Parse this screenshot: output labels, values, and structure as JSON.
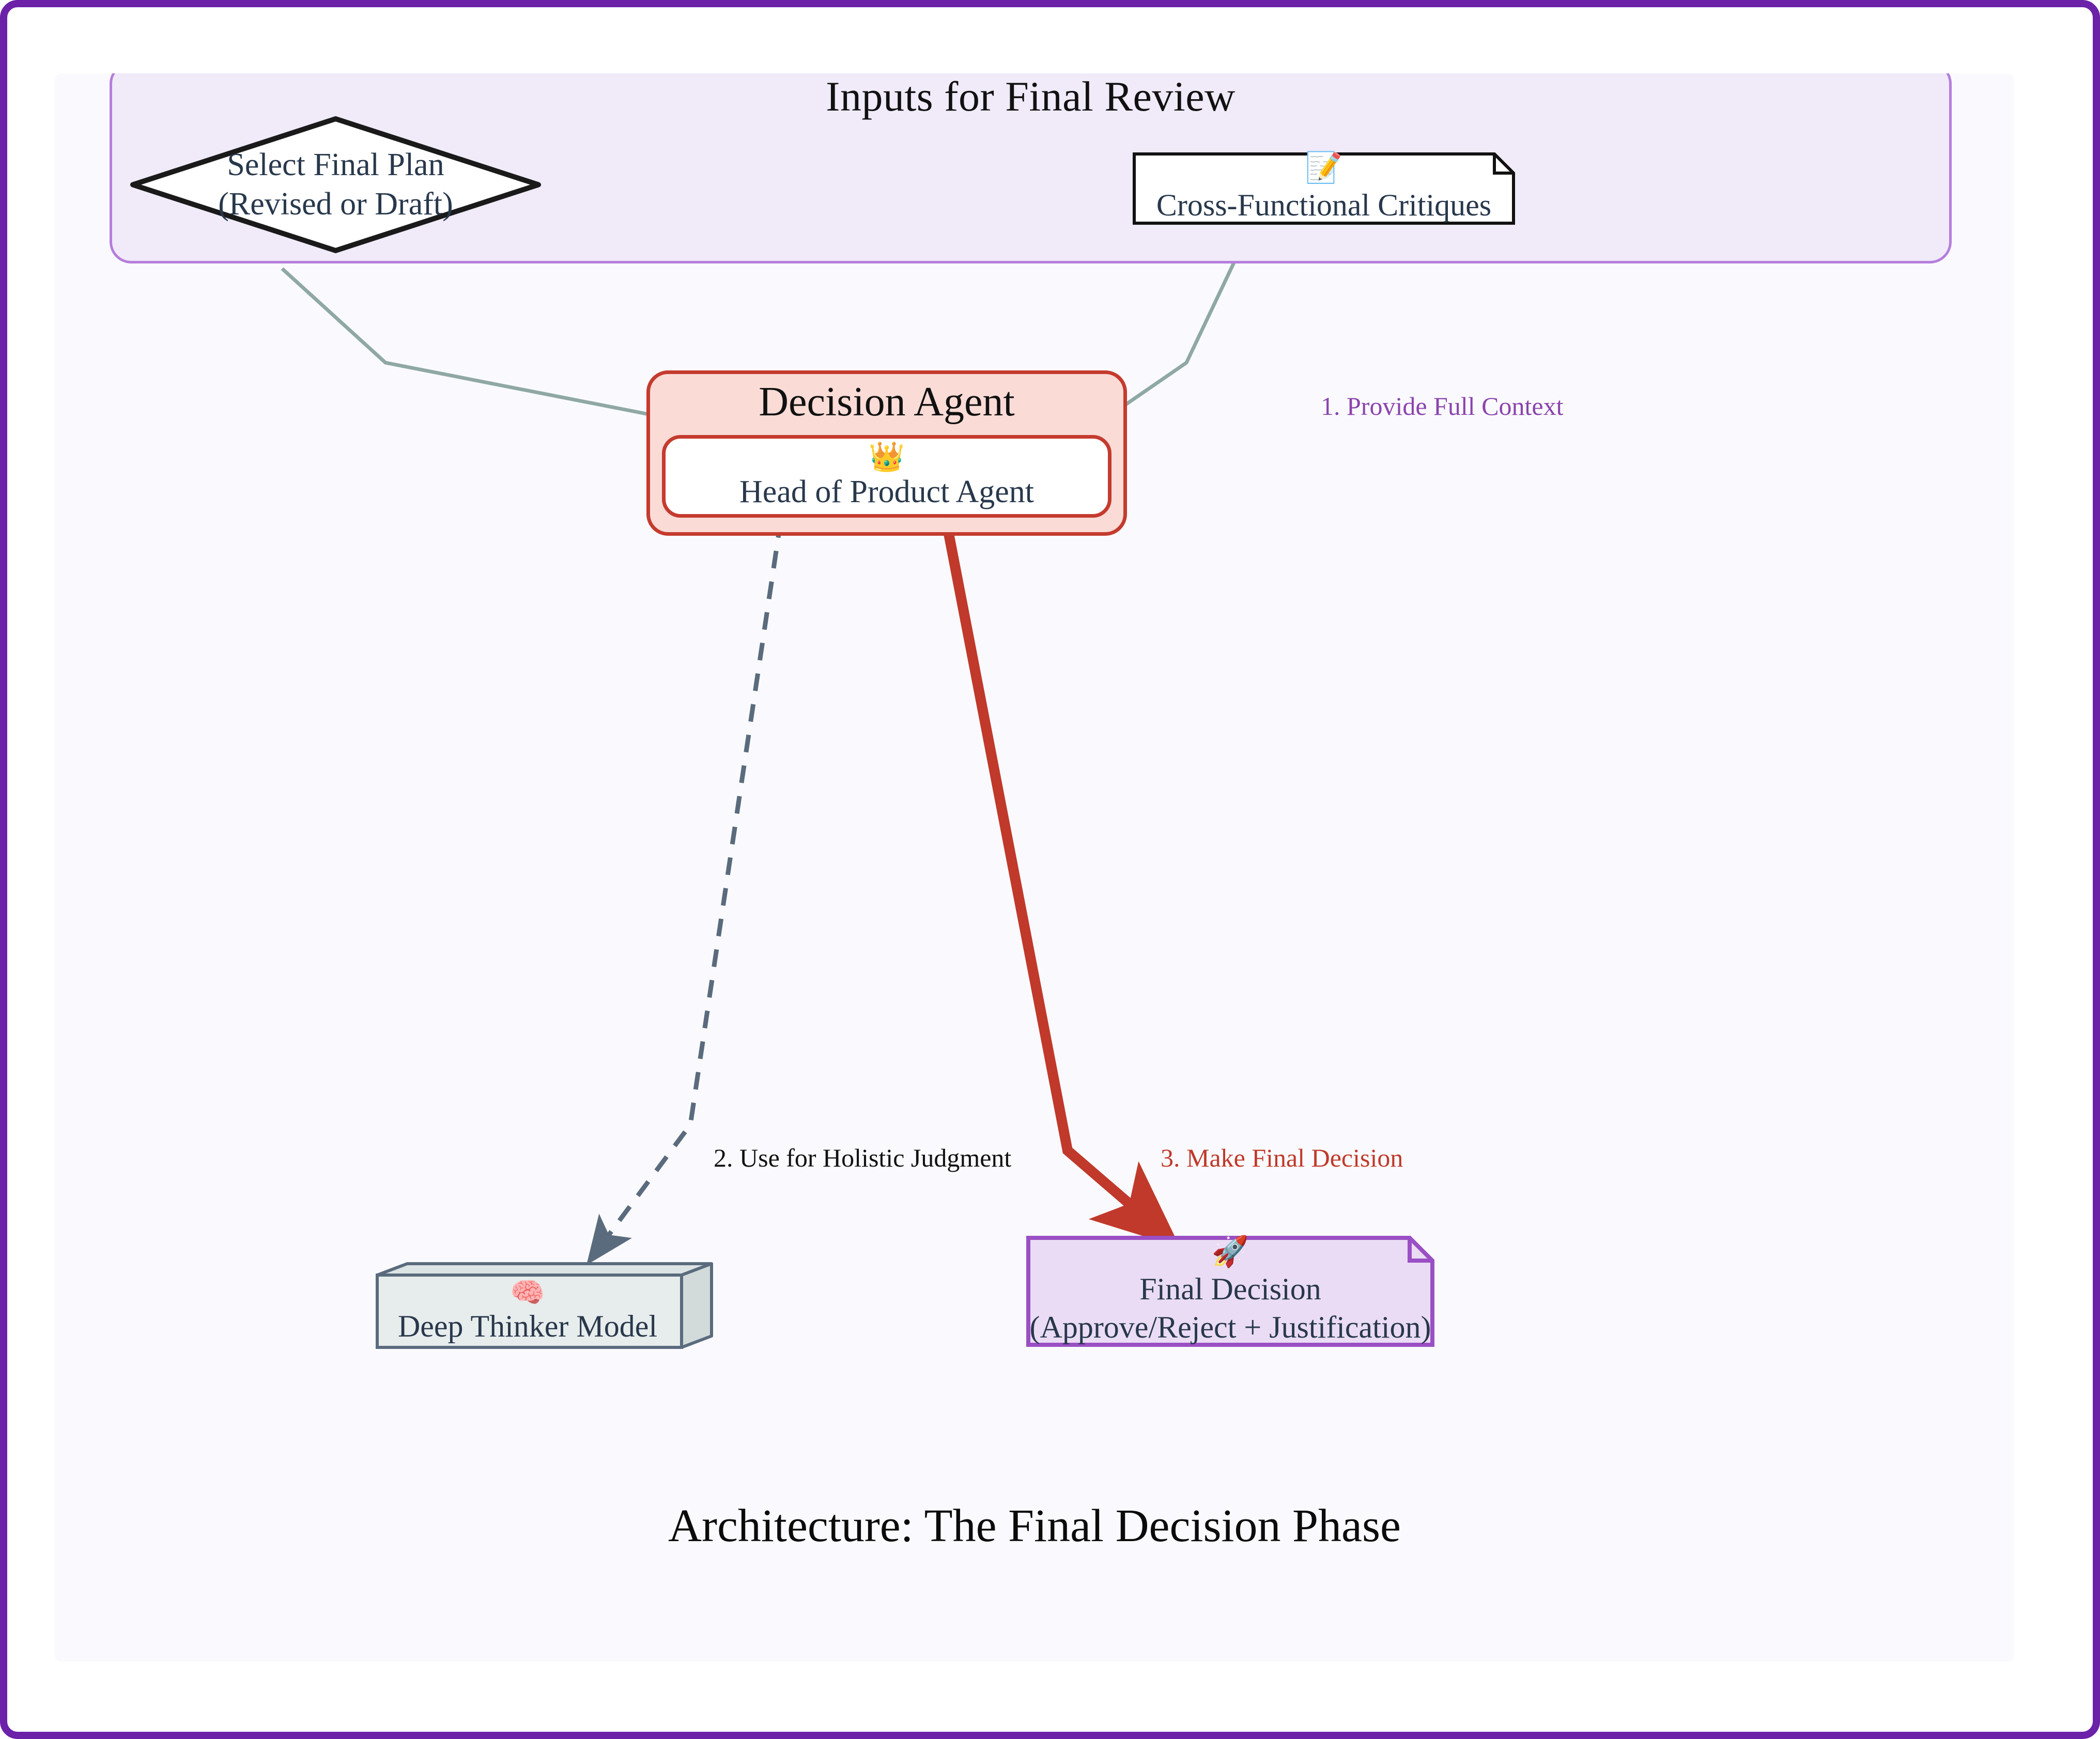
{
  "diagram": {
    "caption": "Architecture: The Final Decision Phase",
    "colors": {
      "outer_border": "#6B21A8",
      "canvas_bg": "#FAFAFE",
      "inputs_subgraph_fill": "#F0EAF9",
      "inputs_subgraph_border": "#B57EDC",
      "decision_subgraph_fill": "#FADBD6",
      "decision_subgraph_border": "#C43B2E",
      "node_text": "#28384C",
      "context_edge_label": "#8B44AD",
      "judgment_edge_label": "#111111",
      "final_decision_edge_label": "#C0392B",
      "sage_arrow": "#8FA8A4",
      "slate_dashed_arrow": "#5A6B7D",
      "red_arrow": "#C0392B",
      "final_note_fill": "#EADCF4",
      "final_note_border": "#9B4FC4",
      "deep_thinker_fill": "#E7ECEC",
      "deep_thinker_border": "#5A6B7D"
    }
  },
  "subgraphs": [
    {
      "id": "inputs",
      "title": "Inputs for Final Review"
    },
    {
      "id": "decision",
      "title": "Decision Agent"
    }
  ],
  "nodes": {
    "select_final_plan": {
      "shape": "diamond",
      "line1": "Select Final Plan",
      "line2": "(Revised or Draft)"
    },
    "cross_functional_critiques": {
      "shape": "note",
      "icon": "memo-icon",
      "icon_glyph": "📝",
      "label": "Cross-Functional Critiques"
    },
    "head_of_product_agent": {
      "shape": "rounded-rect",
      "icon": "crown-icon",
      "icon_glyph": "👑",
      "label": "Head of Product Agent"
    },
    "deep_thinker_model": {
      "shape": "box3d",
      "icon": "brain-icon",
      "icon_glyph": "🧠",
      "label": "Deep Thinker Model"
    },
    "final_decision": {
      "shape": "note",
      "icon": "rocket-icon",
      "icon_glyph": "🚀",
      "line1": "Final Decision",
      "line2": "(Approve/Reject + Justification)"
    }
  },
  "edges": [
    {
      "id": "e1",
      "from": "select_final_plan",
      "to": "head_of_product_agent",
      "label": "1. Provide Full Context",
      "style": "solid",
      "color": "sage"
    },
    {
      "id": "e2",
      "from": "cross_functional_critiques",
      "to": "head_of_product_agent",
      "label": "1. Provide Full Context",
      "style": "solid",
      "color": "sage"
    },
    {
      "id": "e3",
      "from": "head_of_product_agent",
      "to": "deep_thinker_model",
      "label": "2. Use for Holistic Judgment",
      "style": "dashed",
      "color": "slate"
    },
    {
      "id": "e4",
      "from": "head_of_product_agent",
      "to": "final_decision",
      "label": "3. Make Final Decision",
      "style": "thick",
      "color": "red"
    }
  ]
}
